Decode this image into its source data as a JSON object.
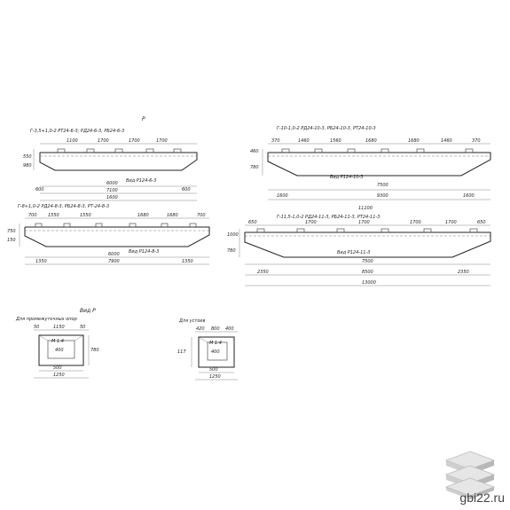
{
  "sheet": {
    "header_mark": "Р",
    "drawings": [
      {
        "id": "d1",
        "title": "Г-3,5+1,0-2 РТ24-6-3; РД24-6-3, РБ24-6-3",
        "top_dims": [
          "1100",
          "1700",
          "1700",
          "1700"
        ],
        "left_dims": [
          "550",
          "980"
        ],
        "inner_label": "Вид Р124-6-3",
        "bottom_dims": [
          "600",
          "6000",
          "7100",
          "1600",
          "600"
        ]
      },
      {
        "id": "d2",
        "title": "Г-8+1,0-2 РД24-8-3, РБ24-8-3, РТ-24-8-3",
        "top_dims": [
          "700",
          "1550",
          "1550",
          "1680",
          "1680",
          "700"
        ],
        "left_dims": [
          "750",
          "150"
        ],
        "inner_label": "Вид Р124-8-3",
        "bottom_dims": [
          "1350",
          "6000",
          "7900",
          "1350"
        ]
      },
      {
        "id": "d3",
        "title": "Г-10-1,0-2 РД24-10-3, РБ24-10-3, РТ24-10-3",
        "top_dims": [
          "370",
          "1460",
          "1560",
          "1680",
          "1680",
          "1460",
          "370"
        ],
        "left_dims": [
          "460",
          "780"
        ],
        "inner_label": "Вид Р124-10-3",
        "bottom_dims": [
          "1600",
          "9300",
          "7500",
          "1600"
        ]
      },
      {
        "id": "d4",
        "title": "Г-11,5-1,0-2 РД24-11-3, РБ24-11-3, РТ24-11-3",
        "top_dims": [
          "11100",
          "650",
          "1700",
          "1700",
          "1700",
          "1700",
          "650"
        ],
        "left_dims": [
          "1000",
          "780"
        ],
        "inner_label": "Вид Р124-11-3",
        "bottom_dims": [
          "2350",
          "7500",
          "8500",
          "2350",
          "13000"
        ]
      }
    ],
    "section_label": "Вид Р",
    "details": [
      {
        "id": "det1",
        "caption": "Для промежуточных опор",
        "top_dims": [
          "50",
          "1150",
          "50"
        ],
        "side_dims": [
          "780"
        ],
        "inner": [
          "М 1:4",
          "400"
        ],
        "bottom_dims": [
          "500",
          "1250"
        ]
      },
      {
        "id": "det2",
        "caption": "Для устоев",
        "top_dims": [
          "420",
          "800",
          "400"
        ],
        "side_dims": [
          "117"
        ],
        "inner": [
          "М 1:4",
          "400"
        ],
        "bottom_dims": [
          "500",
          "1250"
        ]
      }
    ]
  },
  "brand": {
    "site": "gbi22.ru",
    "logo_icon": "concrete-slabs-icon"
  }
}
